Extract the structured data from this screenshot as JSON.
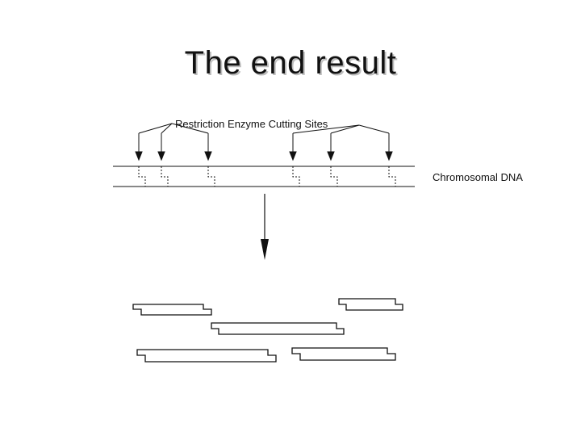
{
  "slide": {
    "title": "The end result"
  },
  "diagram": {
    "cutting_sites_label": "Restriction Enzyme Cutting Sites",
    "dna_label": "Chromosomal DNA"
  }
}
